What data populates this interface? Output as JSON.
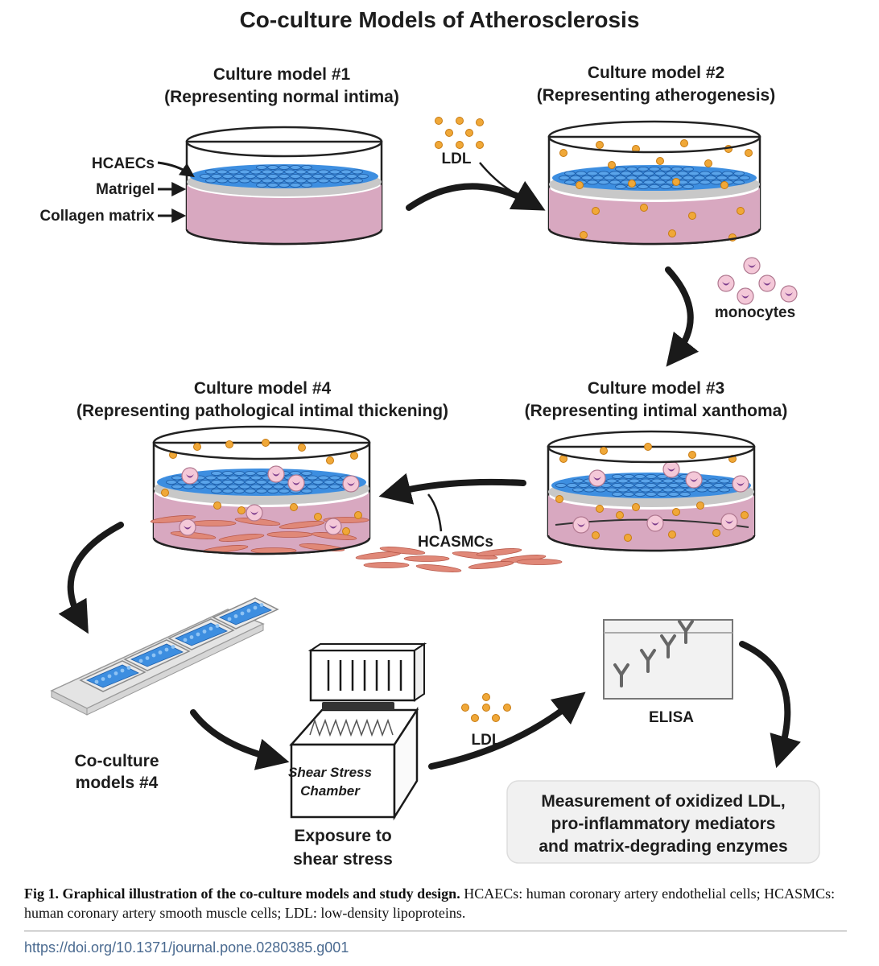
{
  "title": "Co-culture Models of Atherosclerosis",
  "models": [
    {
      "heading": "Culture model #1",
      "subtitle": "(Representing normal intima)"
    },
    {
      "heading": "Culture model #2",
      "subtitle": "(Representing atherogenesis)"
    },
    {
      "heading": "Culture model #3",
      "subtitle": "(Representing intimal xanthoma)"
    },
    {
      "heading": "Culture model #4",
      "subtitle": "(Representing pathological intimal thickening)"
    }
  ],
  "layers": [
    "HCAECs",
    "Matrigel",
    "Collagen matrix"
  ],
  "additions": {
    "ldl": "LDL",
    "monocytes": "monocytes",
    "hcasmcs": "HCASMCs"
  },
  "workflow": {
    "coculture_line1": "Co-culture",
    "coculture_line2": "models #4",
    "chamber_line1": "Shear Stress",
    "chamber_line2": "Chamber",
    "exposure_line1": "Exposure to",
    "exposure_line2": "shear stress",
    "ldl2": "LDL",
    "elisa": "ELISA",
    "measurement": [
      "Measurement of oxidized LDL,",
      "pro-inflammatory mediators",
      "and matrix-degrading enzymes"
    ]
  },
  "caption": {
    "bold": "Fig 1. Graphical illustration of the co-culture models and study design.",
    "text": " HCAECs: human coronary artery endothelial cells; HCASMCs: human coronary artery smooth muscle cells; LDL: low-density lipoproteins."
  },
  "doi": "https://doi.org/10.1371/journal.pone.0280385.g001",
  "colors": {
    "endothelial": "#3d8ee0",
    "matrigel": "#c8c8c8",
    "collagen": "#d8a8c0",
    "ldl": "#f0a838",
    "monocyte": "#f4c8d8",
    "monocyte_nucleus": "#7a3a8a",
    "smc": "#e08878"
  }
}
